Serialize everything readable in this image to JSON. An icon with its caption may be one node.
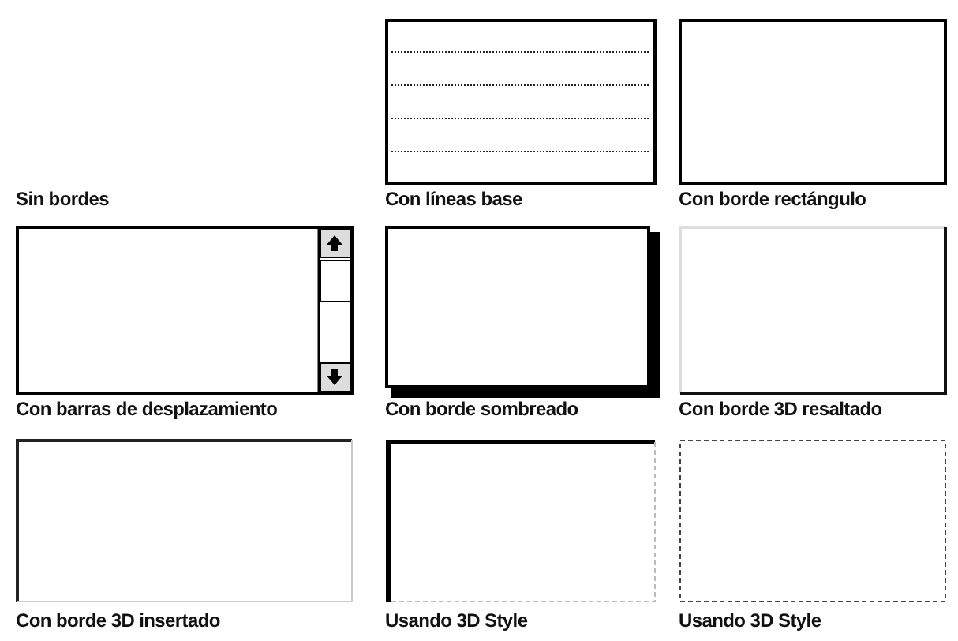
{
  "diagram": {
    "labels": [
      "Sin bordes",
      "Con líneas base",
      "Con borde rectángulo",
      "Con barras de desplazamiento",
      "Con borde sombreado",
      "Con borde 3D resaltado",
      "Con borde 3D insertado",
      "Usando 3D Style",
      "Usando 3D Style"
    ]
  }
}
